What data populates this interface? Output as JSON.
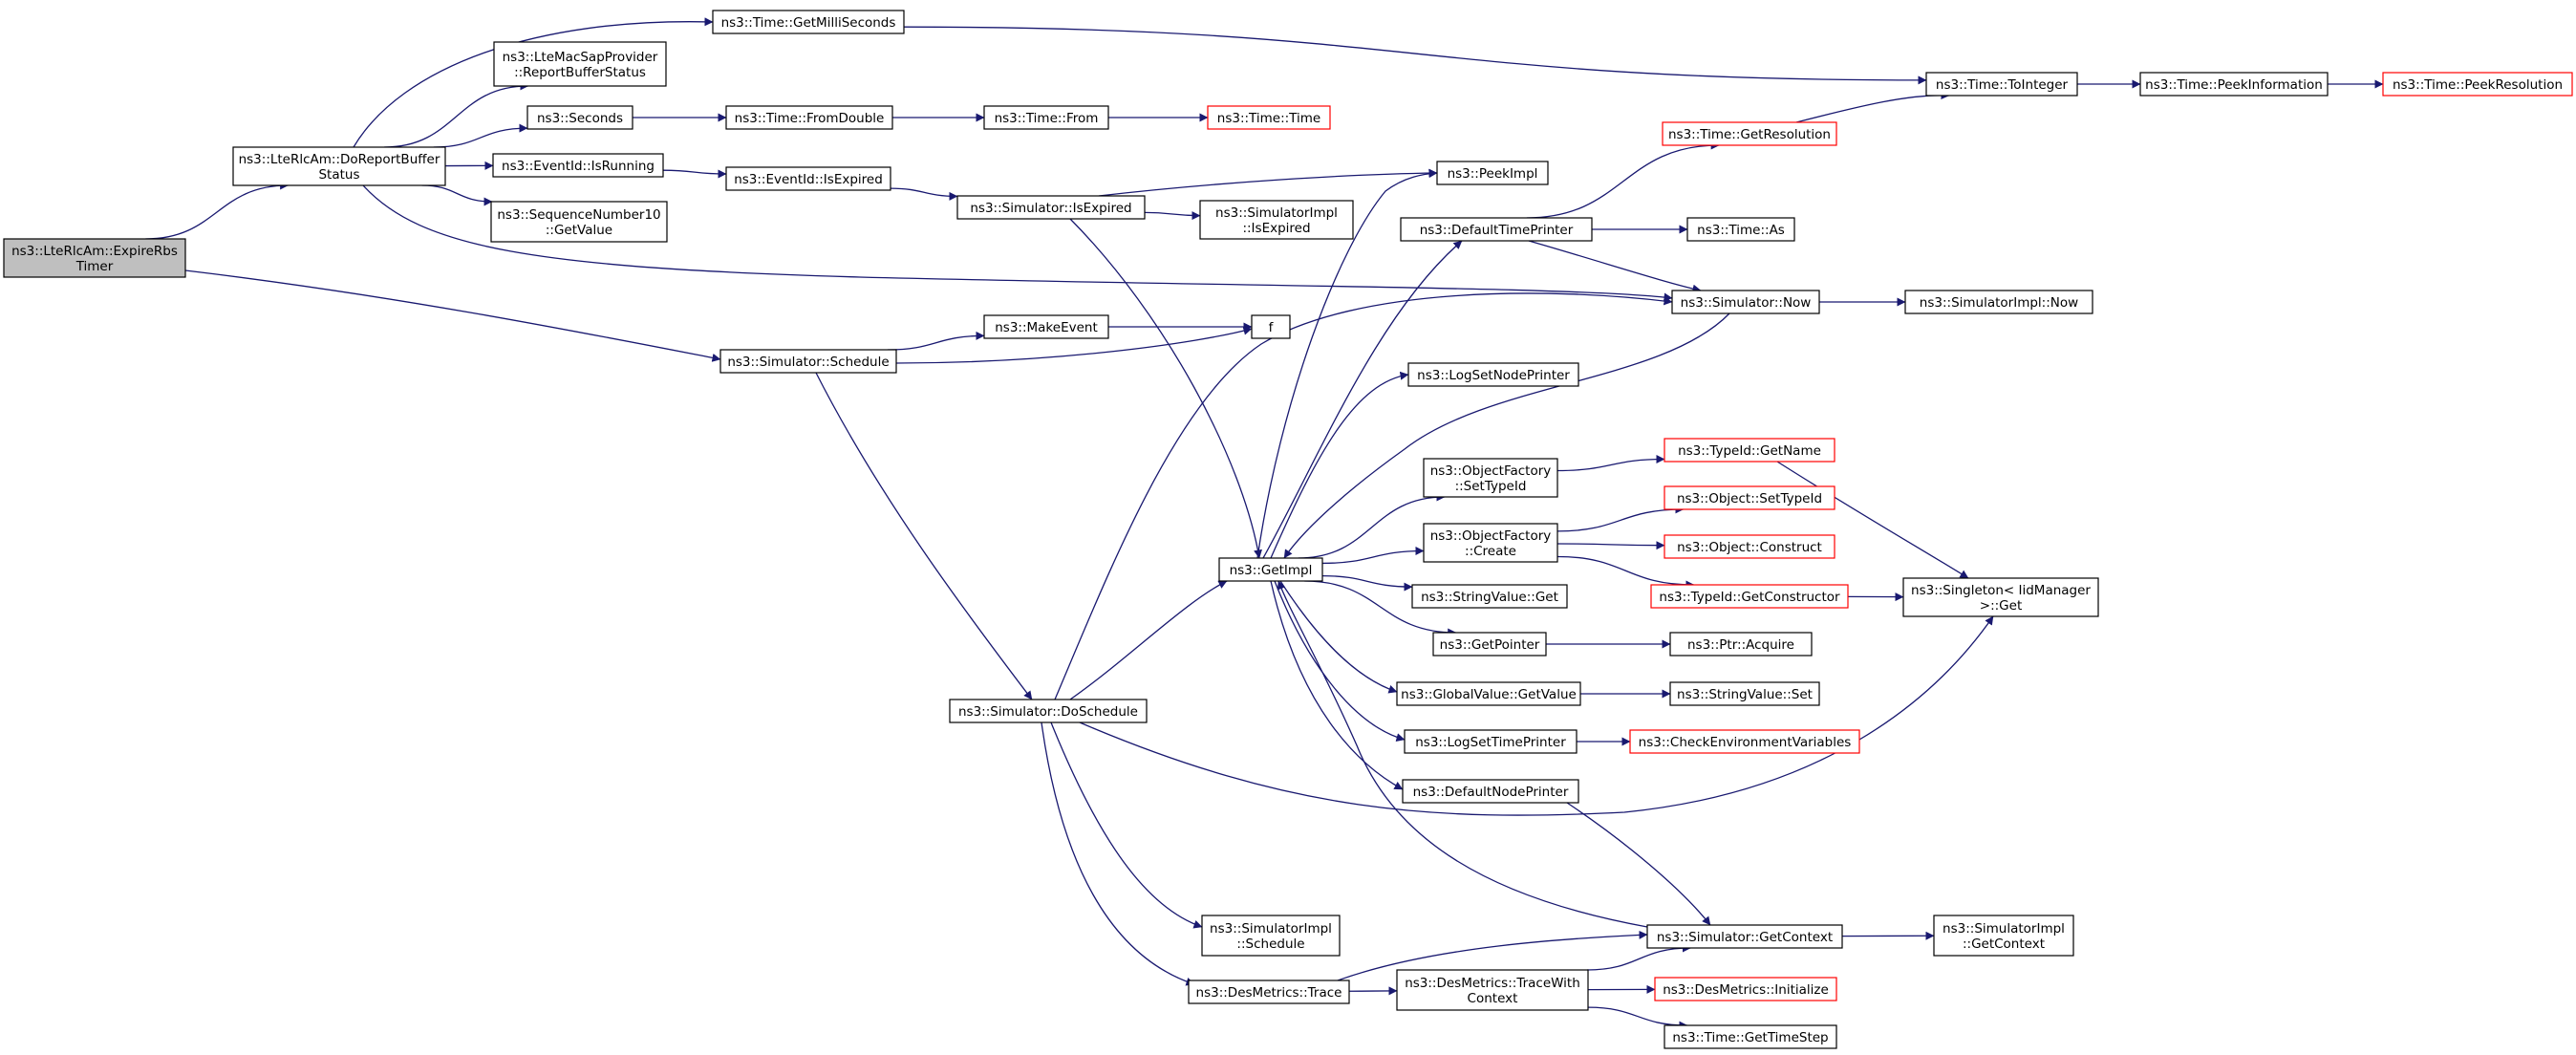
{
  "diagram": {
    "type": "call-graph",
    "root": "ns3::LteRlcAm::ExpireRbsTimer",
    "nodes": [
      {
        "id": "root",
        "lines": [
          "ns3::LteRlcAm::ExpireRbs",
          "Timer"
        ],
        "style": "root"
      },
      {
        "id": "doreport",
        "lines": [
          "ns3::LteRlcAm::DoReportBuffer",
          "Status"
        ]
      },
      {
        "id": "getmilli",
        "lines": [
          "ns3::Time::GetMilliSeconds"
        ]
      },
      {
        "id": "lmsap",
        "lines": [
          "ns3::LteMacSapProvider",
          "::ReportBufferStatus"
        ]
      },
      {
        "id": "seconds",
        "lines": [
          "ns3::Seconds"
        ]
      },
      {
        "id": "isrunning",
        "lines": [
          "ns3::EventId::IsRunning"
        ]
      },
      {
        "id": "seqnum",
        "lines": [
          "ns3::SequenceNumber10",
          "::GetValue"
        ]
      },
      {
        "id": "fromdouble",
        "lines": [
          "ns3::Time::FromDouble"
        ]
      },
      {
        "id": "timefrom",
        "lines": [
          "ns3::Time::From"
        ]
      },
      {
        "id": "timetime",
        "lines": [
          "ns3::Time::Time"
        ],
        "style": "red"
      },
      {
        "id": "isexpiredev",
        "lines": [
          "ns3::EventId::IsExpired"
        ]
      },
      {
        "id": "simisexpired",
        "lines": [
          "ns3::Simulator::IsExpired"
        ]
      },
      {
        "id": "simimplisexpired",
        "lines": [
          "ns3::SimulatorImpl",
          "::IsExpired"
        ]
      },
      {
        "id": "peekimpl",
        "lines": [
          "ns3::PeekImpl"
        ]
      },
      {
        "id": "toint",
        "lines": [
          "ns3::Time::ToInteger"
        ]
      },
      {
        "id": "peekinfo",
        "lines": [
          "ns3::Time::PeekInformation"
        ]
      },
      {
        "id": "peekres",
        "lines": [
          "ns3::Time::PeekResolution"
        ],
        "style": "red"
      },
      {
        "id": "getres",
        "lines": [
          "ns3::Time::GetResolution"
        ],
        "style": "red"
      },
      {
        "id": "deftime",
        "lines": [
          "ns3::DefaultTimePrinter"
        ]
      },
      {
        "id": "timeas",
        "lines": [
          "ns3::Time::As"
        ]
      },
      {
        "id": "simnow",
        "lines": [
          "ns3::Simulator::Now"
        ]
      },
      {
        "id": "simimplnow",
        "lines": [
          "ns3::SimulatorImpl::Now"
        ]
      },
      {
        "id": "schedule",
        "lines": [
          "ns3::Simulator::Schedule"
        ]
      },
      {
        "id": "makeevent",
        "lines": [
          "ns3::MakeEvent"
        ]
      },
      {
        "id": "f",
        "lines": [
          "f"
        ]
      },
      {
        "id": "logsetnode",
        "lines": [
          "ns3::LogSetNodePrinter"
        ]
      },
      {
        "id": "ofsettypeid",
        "lines": [
          "ns3::ObjectFactory",
          "::SetTypeId"
        ]
      },
      {
        "id": "tidgetname",
        "lines": [
          "ns3::TypeId::GetName"
        ],
        "style": "red"
      },
      {
        "id": "objsettypeid",
        "lines": [
          "ns3::Object::SetTypeId"
        ],
        "style": "red"
      },
      {
        "id": "ofcreate",
        "lines": [
          "ns3::ObjectFactory",
          "::Create"
        ]
      },
      {
        "id": "objconstruct",
        "lines": [
          "ns3::Object::Construct"
        ],
        "style": "red"
      },
      {
        "id": "tidgetctor",
        "lines": [
          "ns3::TypeId::GetConstructor"
        ],
        "style": "red"
      },
      {
        "id": "singleton",
        "lines": [
          "ns3::Singleton< IidManager",
          ">::Get"
        ]
      },
      {
        "id": "getimpl",
        "lines": [
          "ns3::GetImpl"
        ]
      },
      {
        "id": "strvalget",
        "lines": [
          "ns3::StringValue::Get"
        ]
      },
      {
        "id": "getpointer",
        "lines": [
          "ns3::GetPointer"
        ]
      },
      {
        "id": "ptracquire",
        "lines": [
          "ns3::Ptr::Acquire"
        ]
      },
      {
        "id": "gvgetvalue",
        "lines": [
          "ns3::GlobalValue::GetValue"
        ]
      },
      {
        "id": "strvalset",
        "lines": [
          "ns3::StringValue::Set"
        ]
      },
      {
        "id": "logsettime",
        "lines": [
          "ns3::LogSetTimePrinter"
        ]
      },
      {
        "id": "checkenv",
        "lines": [
          "ns3::CheckEnvironmentVariables"
        ],
        "style": "red"
      },
      {
        "id": "defnode",
        "lines": [
          "ns3::DefaultNodePrinter"
        ]
      },
      {
        "id": "doschedule",
        "lines": [
          "ns3::Simulator::DoSchedule"
        ]
      },
      {
        "id": "simimplschedule",
        "lines": [
          "ns3::SimulatorImpl",
          "::Schedule"
        ]
      },
      {
        "id": "desmtrace",
        "lines": [
          "ns3::DesMetrics::Trace"
        ]
      },
      {
        "id": "desmtracewith",
        "lines": [
          "ns3::DesMetrics::TraceWith",
          "Context"
        ]
      },
      {
        "id": "simgetctx",
        "lines": [
          "ns3::Simulator::GetContext"
        ]
      },
      {
        "id": "simimplgetctx",
        "lines": [
          "ns3::SimulatorImpl",
          "::GetContext"
        ]
      },
      {
        "id": "desminit",
        "lines": [
          "ns3::DesMetrics::Initialize"
        ],
        "style": "red"
      },
      {
        "id": "gettimestep",
        "lines": [
          "ns3::Time::GetTimeStep"
        ]
      }
    ],
    "edges": [
      [
        "root",
        "doreport"
      ],
      [
        "root",
        "schedule"
      ],
      [
        "doreport",
        "getmilli"
      ],
      [
        "doreport",
        "lmsap"
      ],
      [
        "doreport",
        "seconds"
      ],
      [
        "doreport",
        "isrunning"
      ],
      [
        "doreport",
        "seqnum"
      ],
      [
        "doreport",
        "simnow"
      ],
      [
        "getmilli",
        "toint"
      ],
      [
        "seconds",
        "fromdouble"
      ],
      [
        "fromdouble",
        "timefrom"
      ],
      [
        "timefrom",
        "timetime"
      ],
      [
        "isrunning",
        "isexpiredev"
      ],
      [
        "isexpiredev",
        "simisexpired"
      ],
      [
        "simisexpired",
        "peekimpl"
      ],
      [
        "simisexpired",
        "simimplisexpired"
      ],
      [
        "simisexpired",
        "getimpl"
      ],
      [
        "toint",
        "peekinfo"
      ],
      [
        "peekinfo",
        "peekres"
      ],
      [
        "getres",
        "toint"
      ],
      [
        "deftime",
        "getres"
      ],
      [
        "deftime",
        "timeas"
      ],
      [
        "deftime",
        "simnow"
      ],
      [
        "simnow",
        "simimplnow"
      ],
      [
        "simnow",
        "getimpl"
      ],
      [
        "schedule",
        "makeevent"
      ],
      [
        "schedule",
        "f"
      ],
      [
        "makeevent",
        "f"
      ],
      [
        "schedule",
        "doschedule"
      ],
      [
        "doschedule",
        "simnow"
      ],
      [
        "doschedule",
        "getimpl"
      ],
      [
        "doschedule",
        "singleton"
      ],
      [
        "doschedule",
        "simimplschedule"
      ],
      [
        "doschedule",
        "desmtrace"
      ],
      [
        "getimpl",
        "peekimpl"
      ],
      [
        "getimpl",
        "deftime"
      ],
      [
        "getimpl",
        "logsetnode"
      ],
      [
        "getimpl",
        "ofsettypeid"
      ],
      [
        "getimpl",
        "ofcreate"
      ],
      [
        "getimpl",
        "strvalget"
      ],
      [
        "getimpl",
        "getpointer"
      ],
      [
        "getimpl",
        "gvgetvalue"
      ],
      [
        "getimpl",
        "logsettime"
      ],
      [
        "getimpl",
        "defnode"
      ],
      [
        "ofsettypeid",
        "tidgetname"
      ],
      [
        "tidgetname",
        "singleton"
      ],
      [
        "ofcreate",
        "objsettypeid"
      ],
      [
        "ofcreate",
        "objconstruct"
      ],
      [
        "ofcreate",
        "tidgetctor"
      ],
      [
        "tidgetctor",
        "singleton"
      ],
      [
        "getpointer",
        "ptracquire"
      ],
      [
        "gvgetvalue",
        "strvalset"
      ],
      [
        "logsettime",
        "checkenv"
      ],
      [
        "defnode",
        "simgetctx"
      ],
      [
        "simgetctx",
        "getimpl"
      ],
      [
        "simgetctx",
        "simimplgetctx"
      ],
      [
        "desmtrace",
        "simgetctx"
      ],
      [
        "desmtrace",
        "desmtracewith"
      ],
      [
        "desmtracewith",
        "simgetctx"
      ],
      [
        "desmtracewith",
        "desminit"
      ],
      [
        "desmtracewith",
        "gettimestep"
      ]
    ]
  },
  "colors": {
    "edge": "#191970",
    "node_border": "#000000",
    "node_fill": "#ffffff",
    "root_fill": "#bfbfbf",
    "undocumented_border": "#ff0000"
  }
}
